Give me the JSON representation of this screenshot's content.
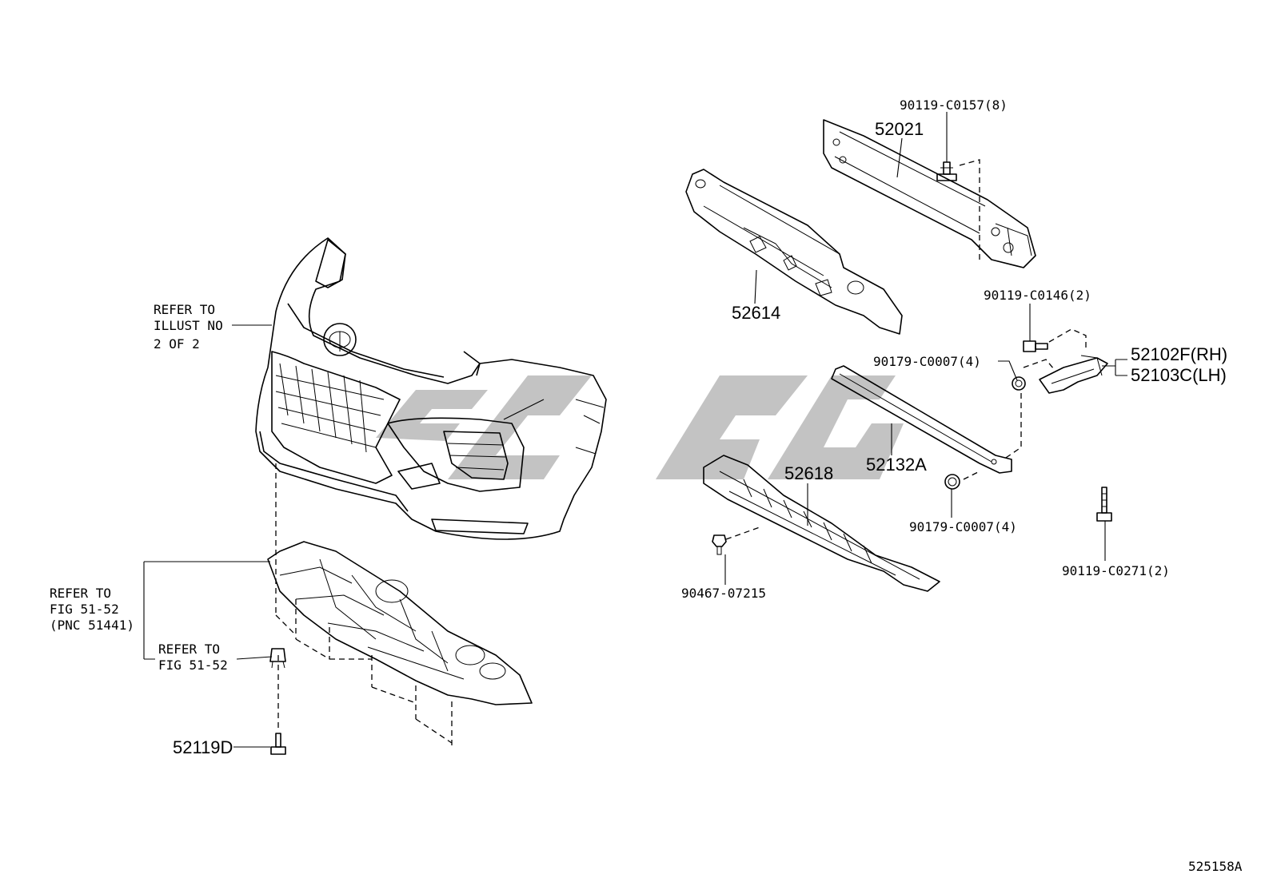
{
  "diagram_code": "525158A",
  "labels": {
    "p52021": "52021",
    "p90119_C0157": "90119-C0157(8)",
    "p52614": "52614",
    "p90119_C0146": "90119-C0146(2)",
    "p52102F": "52102F(RH)",
    "p52103C": "52103C(LH)",
    "p90179_C0007_a": "90179-C0007(4)",
    "p52132A": "52132A",
    "p52618": "52618",
    "p90179_C0007_b": "90179-C0007(4)",
    "p90467": "90467-07215",
    "p90119_C0271": "90119-C0271(2)",
    "p52119D": "52119D"
  },
  "refer_illust": [
    "REFER TO",
    "ILLUST NO",
    "2 OF 2"
  ],
  "refer_fig_pnc": [
    "REFER TO",
    "FIG 51-52",
    "(PNC 51441)"
  ],
  "refer_fig": [
    "REFER TO",
    "FIG 51-52"
  ]
}
